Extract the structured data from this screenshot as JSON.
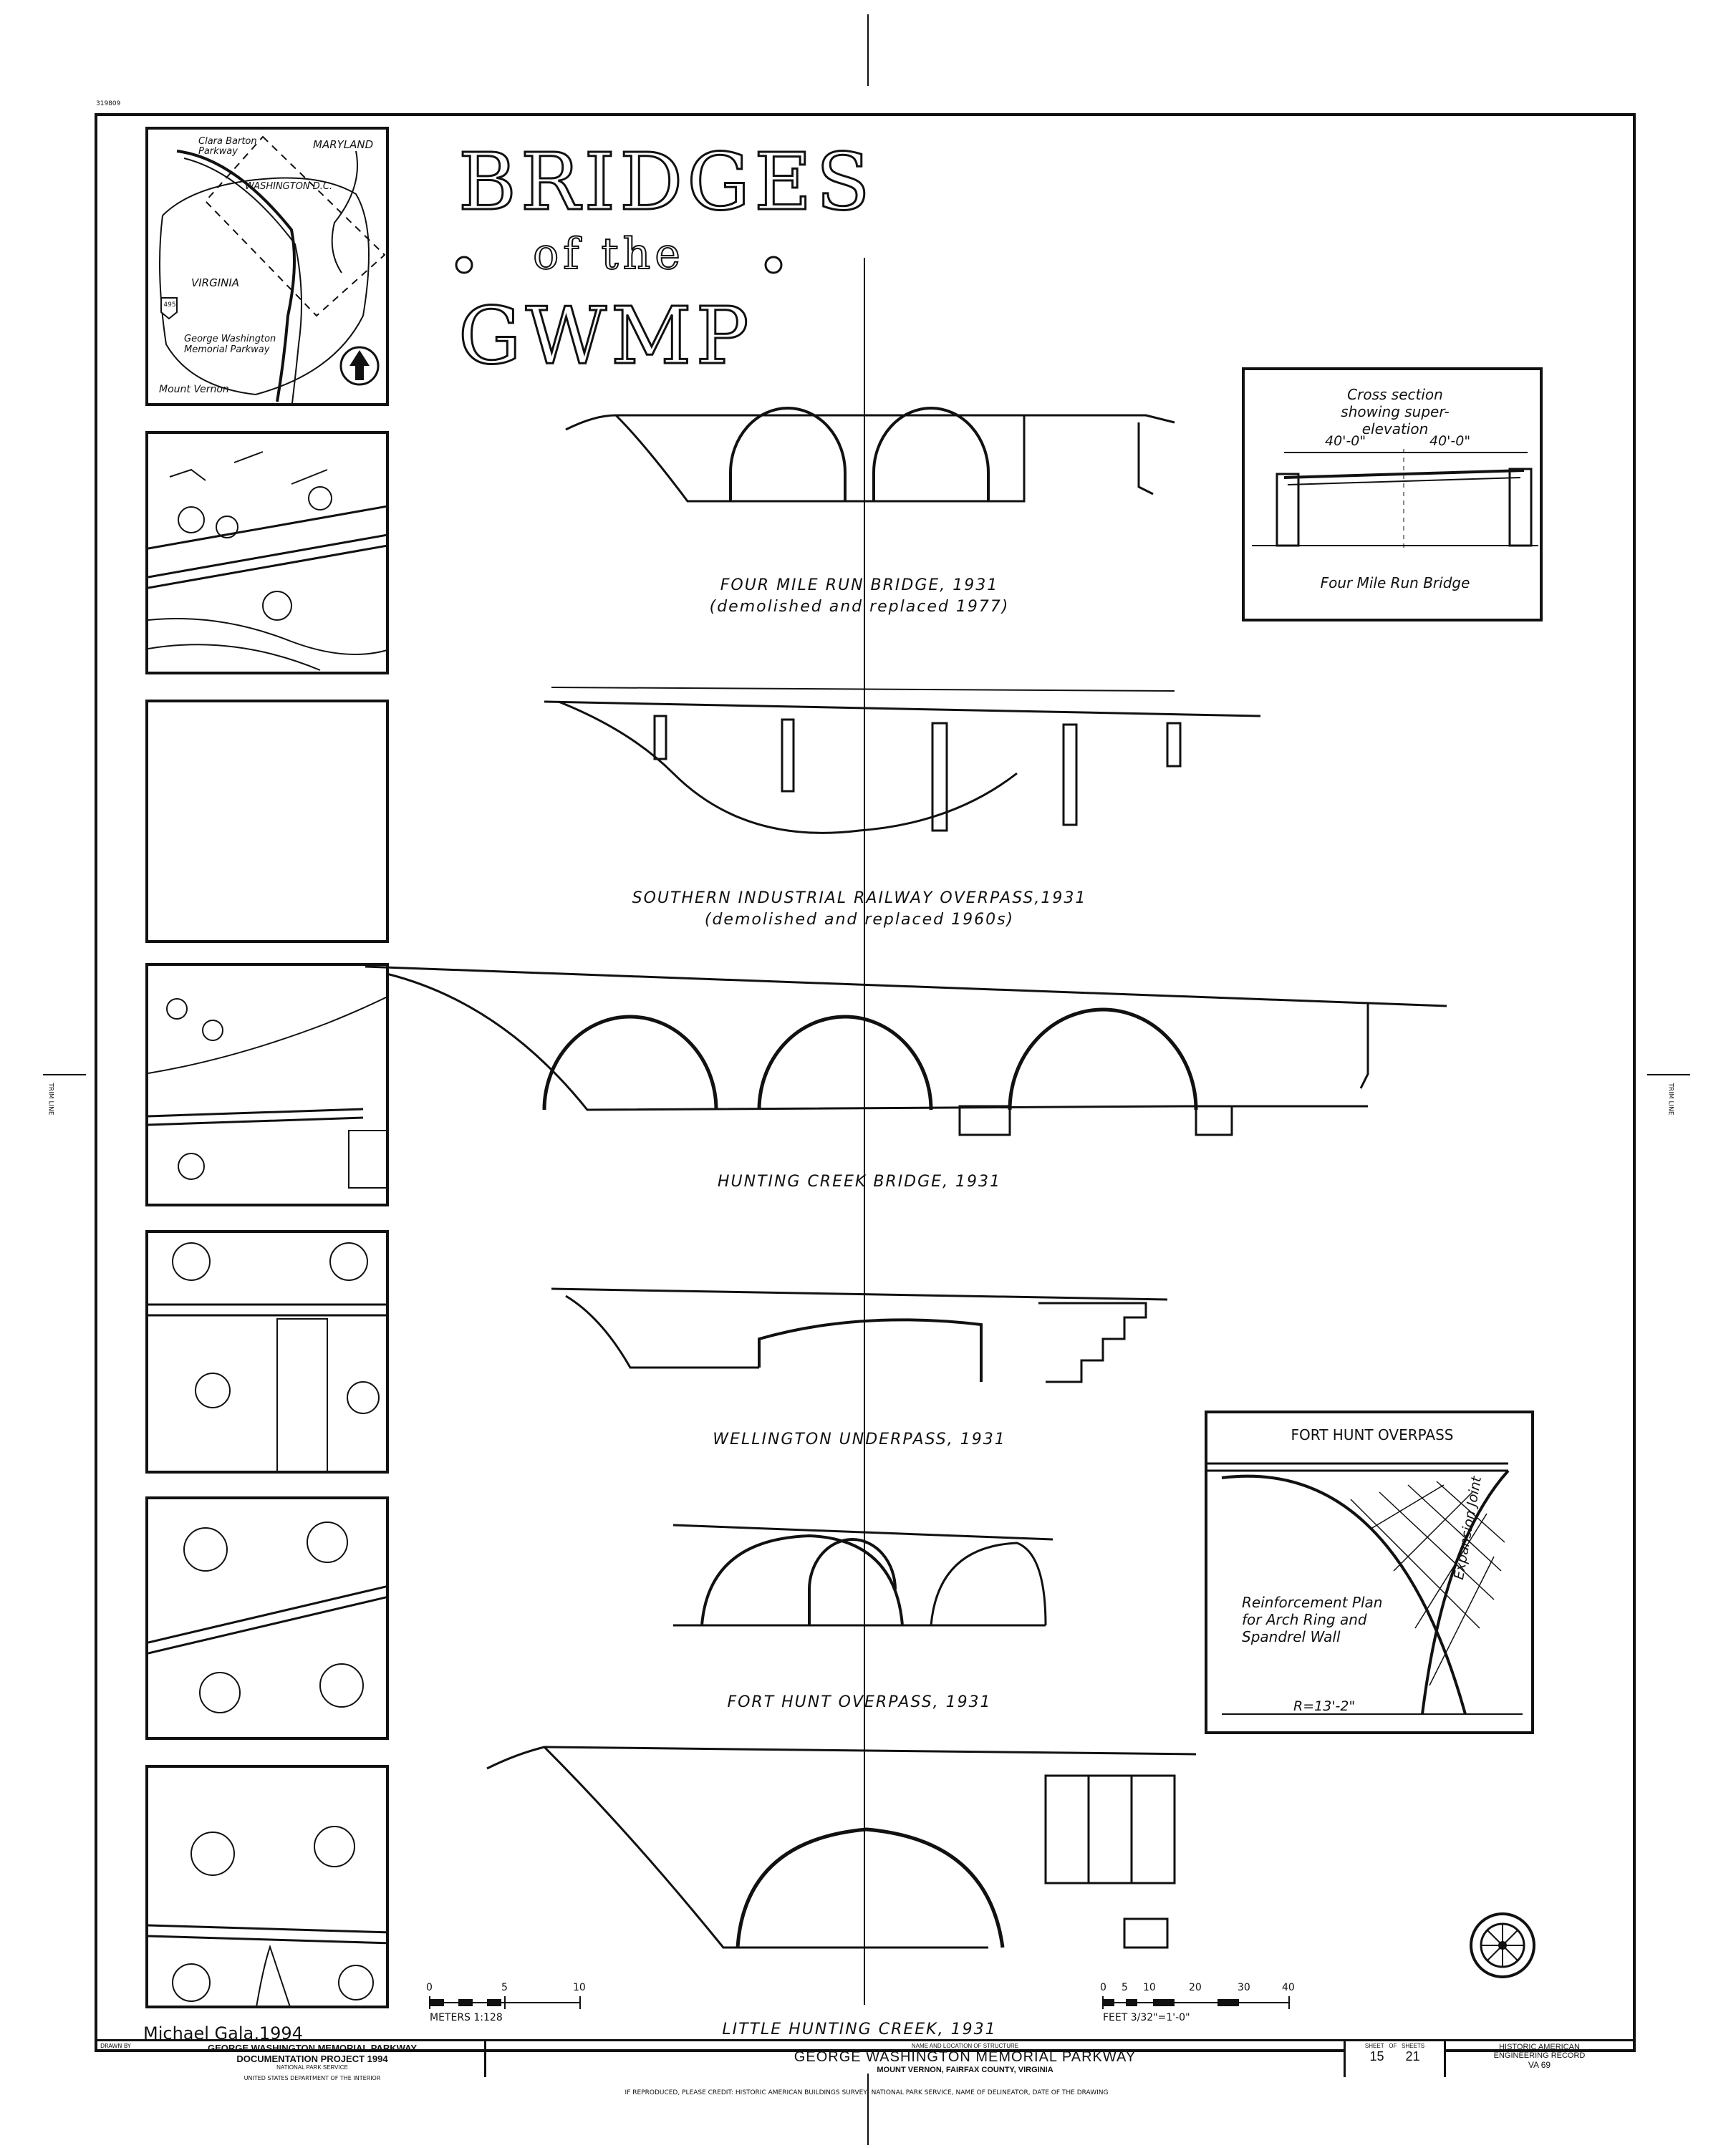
{
  "title": {
    "line1": "BRIDGES",
    "line2": "of the",
    "line3": "GWMP"
  },
  "corner_code": "319809",
  "trim_label": "TRIM LINE",
  "map": {
    "labels": [
      "Clara Barton Parkway",
      "MARYLAND",
      "WASHINGTON D.C.",
      "VIRGINIA",
      "495",
      "George Washington Memorial Parkway",
      "Mount Vernon"
    ]
  },
  "bridges": [
    {
      "name": "FOUR MILE RUN BRIDGE, 1931",
      "note": "(demolished and replaced 1977)"
    },
    {
      "name": "SOUTHERN INDUSTRIAL RAILWAY OVERPASS,1931",
      "note": "(demolished and replaced 1960s)"
    },
    {
      "name": "HUNTING CREEK BRIDGE, 1931",
      "note": ""
    },
    {
      "name": "WELLINGTON UNDERPASS, 1931",
      "note": ""
    },
    {
      "name": "FORT HUNT OVERPASS, 1931",
      "note": ""
    },
    {
      "name": "LITTLE HUNTING CREEK, 1931",
      "note": ""
    }
  ],
  "cross_section": {
    "title": "Cross section showing super-elevation",
    "dim_left": "40'-0\"",
    "dim_right": "40'-0\"",
    "caption": "Four Mile Run Bridge"
  },
  "fort_hunt_detail": {
    "title": "FORT HUNT OVERPASS",
    "plan_label": "Reinforcement Plan for Arch Ring and Spandrel Wall",
    "joint_label": "Expansion Joint",
    "radius_label": "R=13'-2\""
  },
  "scales": {
    "meters_ticks": [
      "0",
      "5",
      "10"
    ],
    "meters_label": "METERS 1:128",
    "feet_ticks": [
      "0",
      "5",
      "10",
      "20",
      "30",
      "40"
    ],
    "feet_label": "FEET 3/32\"=1'-0\""
  },
  "signature": "Michael Gala,1994",
  "title_block": {
    "drawn_by": "DRAWN BY",
    "project_line1": "GEORGE WASHINGTON MEMORIAL PARKWAY",
    "project_line2": "DOCUMENTATION PROJECT 1994",
    "agency1": "NATIONAL PARK SERVICE",
    "agency2": "UNITED STATES DEPARTMENT OF THE INTERIOR",
    "name_location_label": "NAME AND LOCATION OF STRUCTURE",
    "structure_name": "GEORGE WASHINGTON MEMORIAL PARKWAY",
    "structure_location": "MOUNT VERNON, FAIRFAX COUNTY, VIRGINIA",
    "sheet_label": "SHEET",
    "of_label": "OF",
    "sheets_label": "SHEETS",
    "sheet_no": "15",
    "sheets_total": "21",
    "record_line1": "HISTORIC AMERICAN",
    "record_line2": "ENGINEERING RECORD",
    "record_no": "VA 69",
    "credit": "IF REPRODUCED, PLEASE CREDIT: HISTORIC AMERICAN BUILDINGS SURVEY, NATIONAL PARK SERVICE, NAME OF DELINEATOR, DATE OF THE DRAWING"
  }
}
